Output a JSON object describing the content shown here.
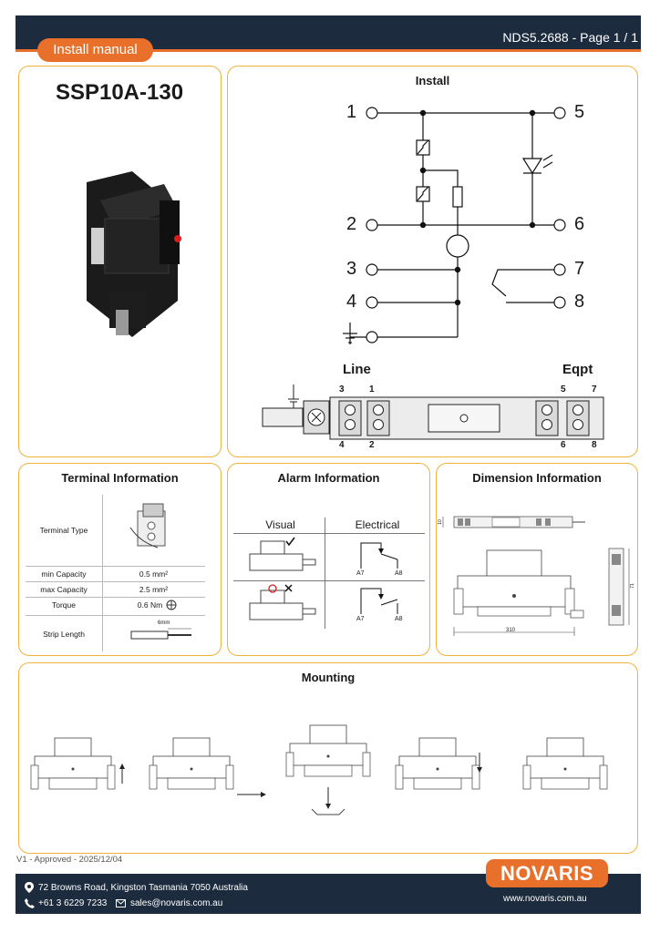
{
  "header": {
    "doc_ref": "NDS5.2688 - Page 1 / 1",
    "badge": "Install manual"
  },
  "product": {
    "model": "SSP10A-130"
  },
  "install": {
    "title": "Install",
    "terminals_left": [
      "1",
      "2",
      "3",
      "4"
    ],
    "terminals_right": [
      "5",
      "6",
      "7",
      "8"
    ],
    "line_label": "Line",
    "eqpt_label": "Eqpt",
    "top_nums": [
      "3",
      "1",
      "5",
      "7"
    ],
    "bottom_nums": [
      "4",
      "2",
      "6",
      "8"
    ]
  },
  "terminal_info": {
    "title": "Terminal Information",
    "rows": [
      {
        "label": "Terminal Type",
        "value": ""
      },
      {
        "label": "min Capacity",
        "value": "0.5 mm²"
      },
      {
        "label": "max Capacity",
        "value": "2.5 mm²"
      },
      {
        "label": "Torque",
        "value": "0.6 Nm"
      },
      {
        "label": "Strip Length",
        "value": ""
      }
    ],
    "strip_dim": "6mm"
  },
  "alarm_info": {
    "title": "Alarm Information",
    "col_visual": "Visual",
    "col_electrical": "Electrical",
    "contacts": [
      "A7",
      "A8"
    ]
  },
  "dimension_info": {
    "title": "Dimension Information",
    "width_label": "310",
    "depth_label": "10",
    "height_label": "71"
  },
  "mounting": {
    "title": "Mounting"
  },
  "version": "V1 - Approved - 2025/12/04",
  "footer": {
    "address": "72 Browns Road, Kingston Tasmania 7050 Australia",
    "phone": "+61 3 6229 7233",
    "email": "sales@novaris.com.au",
    "website": "www.novaris.com.au",
    "brand": "NOVARIS"
  },
  "colors": {
    "navy": "#1c2b3e",
    "orange": "#e8702a",
    "panel_border": "#f0b23c"
  }
}
